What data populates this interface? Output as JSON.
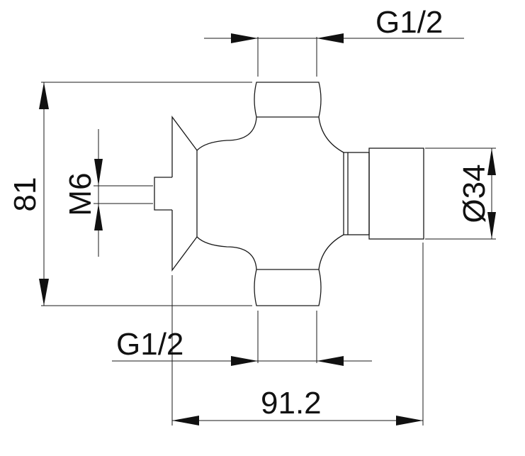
{
  "dimensions": {
    "top_thread": "G1/2",
    "bottom_thread": "G1/2",
    "height": "81",
    "stem_thread": "M6",
    "diameter": "Ø34",
    "length": "91.2"
  },
  "colors": {
    "line": "#1a1a1a",
    "background": "#ffffff"
  }
}
